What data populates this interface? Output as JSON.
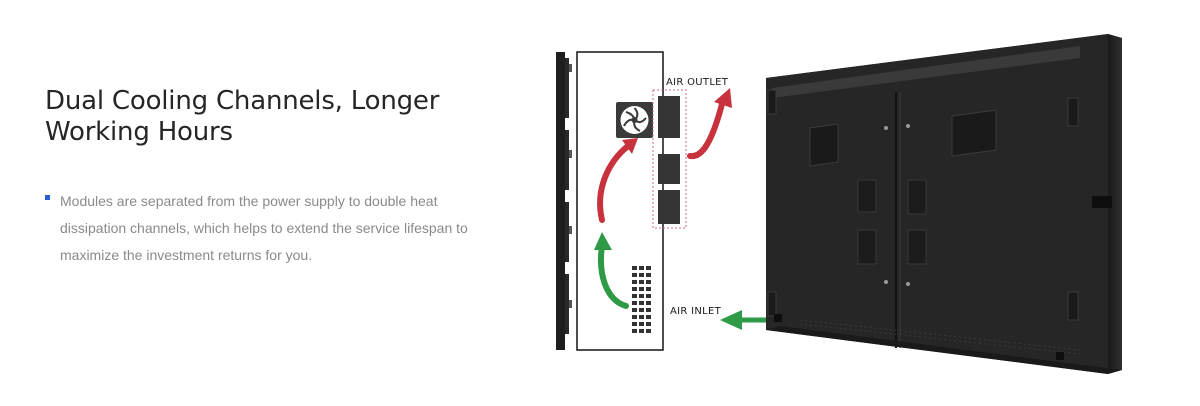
{
  "content": {
    "heading": "Dual Cooling Channels, Longer Working Hours",
    "bullet_text": "Modules are separated from the power supply to double heat dissipation channels, which helps to extend the service lifespan to maximize the investment returns for you."
  },
  "diagram": {
    "air_outlet_label": "AIR OUTLET",
    "air_inlet_label": "AIR INLET"
  },
  "colors": {
    "heading": "#262626",
    "body": "#8a8a8a",
    "bullet": "#2b5cd1",
    "outlet_arrow": "#c8323d",
    "inlet_arrow": "#2e9a45"
  },
  "icons": [
    "fan-icon",
    "red-airflow-arrow",
    "green-airflow-arrow"
  ]
}
